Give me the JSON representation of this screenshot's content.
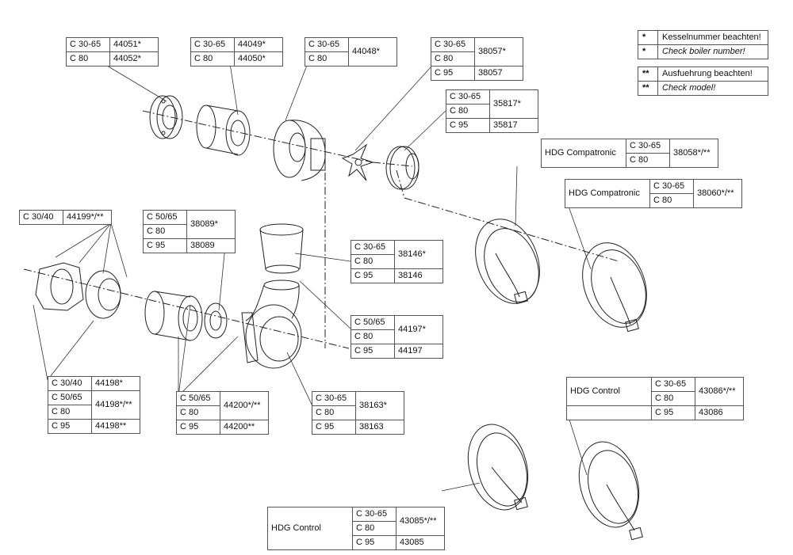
{
  "legend": [
    {
      "mark": "*",
      "rows": [
        "Kesselnummer beachten!",
        "Check boiler number!"
      ]
    },
    {
      "mark": "**",
      "rows": [
        "Ausfuehrung beachten!",
        "Check model!"
      ]
    }
  ],
  "tables": [
    {
      "id": "t44051",
      "rows": [
        [
          "C 30-65",
          "44051*"
        ],
        [
          "C 80",
          "44052*"
        ]
      ]
    },
    {
      "id": "t44049",
      "rows": [
        [
          "C 30-65",
          "44049*"
        ],
        [
          "C 80",
          "44050*"
        ]
      ]
    },
    {
      "id": "t44048",
      "rows": [
        [
          "C 30-65"
        ],
        [
          "C 80"
        ]
      ],
      "part": "44048*"
    },
    {
      "id": "t38057",
      "rows": [
        [
          "C 30-65"
        ],
        [
          "C 80"
        ],
        [
          "C 95",
          "38057"
        ]
      ],
      "part": "38057*"
    },
    {
      "id": "t35817",
      "rows": [
        [
          "C 30-65"
        ],
        [
          "C 80"
        ],
        [
          "C 95",
          "35817"
        ]
      ],
      "part": "35817*"
    },
    {
      "id": "t44199",
      "rows": [
        [
          "C 30/40",
          "44199*/**"
        ]
      ]
    },
    {
      "id": "t38089",
      "rows": [
        [
          "C 50/65"
        ],
        [
          "C 80"
        ],
        [
          "C 95",
          "38089"
        ]
      ],
      "part": "38089*"
    },
    {
      "id": "t38146",
      "rows": [
        [
          "C 30-65"
        ],
        [
          "C 80"
        ],
        [
          "C 95",
          "38146"
        ]
      ],
      "part": "38146*"
    },
    {
      "id": "t44197",
      "rows": [
        [
          "C 50/65"
        ],
        [
          "C 80"
        ],
        [
          "C 95",
          "44197"
        ]
      ],
      "part": "44197*"
    },
    {
      "id": "t44198",
      "rows": [
        [
          "C 30/40",
          "44198*"
        ],
        [
          "C 50/65"
        ],
        [
          "C 80"
        ],
        [
          "C 95",
          "44198**"
        ]
      ],
      "part": "44198*/**"
    },
    {
      "id": "t44200",
      "rows": [
        [
          "C 50/65"
        ],
        [
          "C 80"
        ],
        [
          "C 95",
          "44200**"
        ]
      ],
      "part": "44200*/**"
    },
    {
      "id": "t38163",
      "rows": [
        [
          "C 30-65"
        ],
        [
          "C 80"
        ],
        [
          "C 95",
          "38163"
        ]
      ],
      "part": "38163*"
    }
  ],
  "control_tables": [
    {
      "id": "t38058",
      "label": "HDG Compatronic",
      "rows": [
        [
          "C 30-65"
        ],
        [
          "C 80"
        ]
      ],
      "part": "38058*/**"
    },
    {
      "id": "t38060",
      "label": "HDG Compatronic",
      "rows": [
        [
          "C 30-65"
        ],
        [
          "C 80"
        ]
      ],
      "part": "38060*/**"
    },
    {
      "id": "t43086",
      "label": "HDG Control",
      "rows": [
        [
          "C 30-65"
        ],
        [
          "C 80"
        ],
        [
          "C 95",
          "43086"
        ]
      ],
      "part": "43086*/**"
    },
    {
      "id": "t43085",
      "label": "HDG Control",
      "rows": [
        [
          "C 30-65"
        ],
        [
          "C 80"
        ],
        [
          "C 95",
          "43085"
        ]
      ],
      "part": "43085*/**"
    }
  ]
}
